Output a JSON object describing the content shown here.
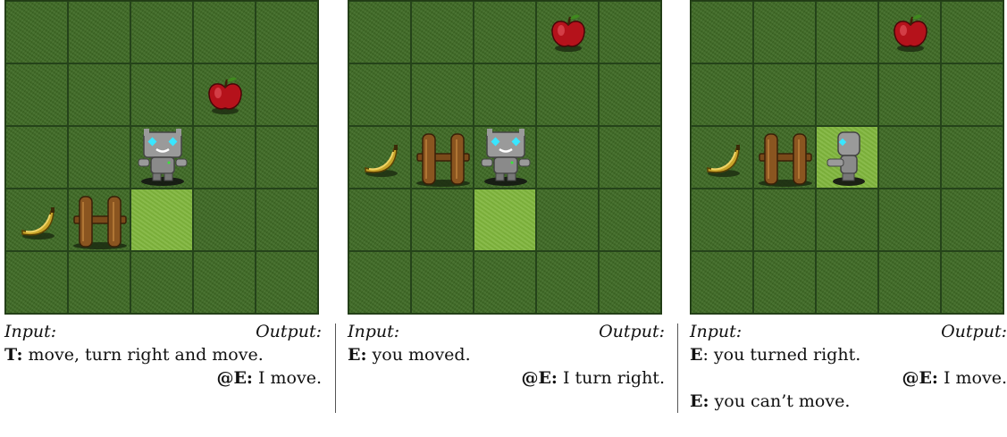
{
  "panels": [
    {
      "input_label": "Input:",
      "output_label": "Output:",
      "lines": [
        {
          "speaker": "T:",
          "text": " move, turn right and move.",
          "align": "left"
        },
        {
          "speaker": "@E:",
          "text": " I move.",
          "align": "right"
        }
      ],
      "board": {
        "highlight": [
          [
            3,
            2
          ]
        ],
        "apple": [
          1,
          3
        ],
        "banana": [
          3,
          0
        ],
        "fence": [
          3,
          1
        ],
        "robot": {
          "cell": [
            2,
            2
          ],
          "facing": "front"
        }
      }
    },
    {
      "input_label": "Input:",
      "output_label": "Output:",
      "lines": [
        {
          "speaker": "E:",
          "text": " you moved.",
          "align": "left"
        },
        {
          "speaker": "@E:",
          "text": " I turn right.",
          "align": "right"
        }
      ],
      "board": {
        "highlight": [
          [
            3,
            2
          ]
        ],
        "apple": [
          0,
          3
        ],
        "banana": [
          2,
          0
        ],
        "fence": [
          2,
          1
        ],
        "robot": {
          "cell": [
            2,
            2
          ],
          "facing": "front"
        }
      }
    },
    {
      "input_label": "Input:",
      "output_label": "Output:",
      "lines": [
        {
          "speaker": "E",
          "text": ": you turned right.",
          "align": "left"
        },
        {
          "speaker": "@E:",
          "text": " I move.",
          "align": "right"
        },
        {
          "speaker": "E:",
          "text": " you can’t move.",
          "align": "left"
        }
      ],
      "board": {
        "highlight": [
          [
            2,
            2
          ]
        ],
        "apple": [
          0,
          3
        ],
        "banana": [
          2,
          0
        ],
        "fence": [
          2,
          1
        ],
        "robot": {
          "cell": [
            2,
            2
          ],
          "facing": "left"
        }
      }
    }
  ],
  "colors": {
    "grass": "#3e6a24",
    "highlight": "#7fb53c",
    "apple": "#b5121b",
    "banana": "#c9a42a",
    "wood": "#7a4a1a",
    "robot": "#9a9a9a",
    "eyes": "#39e6ff"
  }
}
